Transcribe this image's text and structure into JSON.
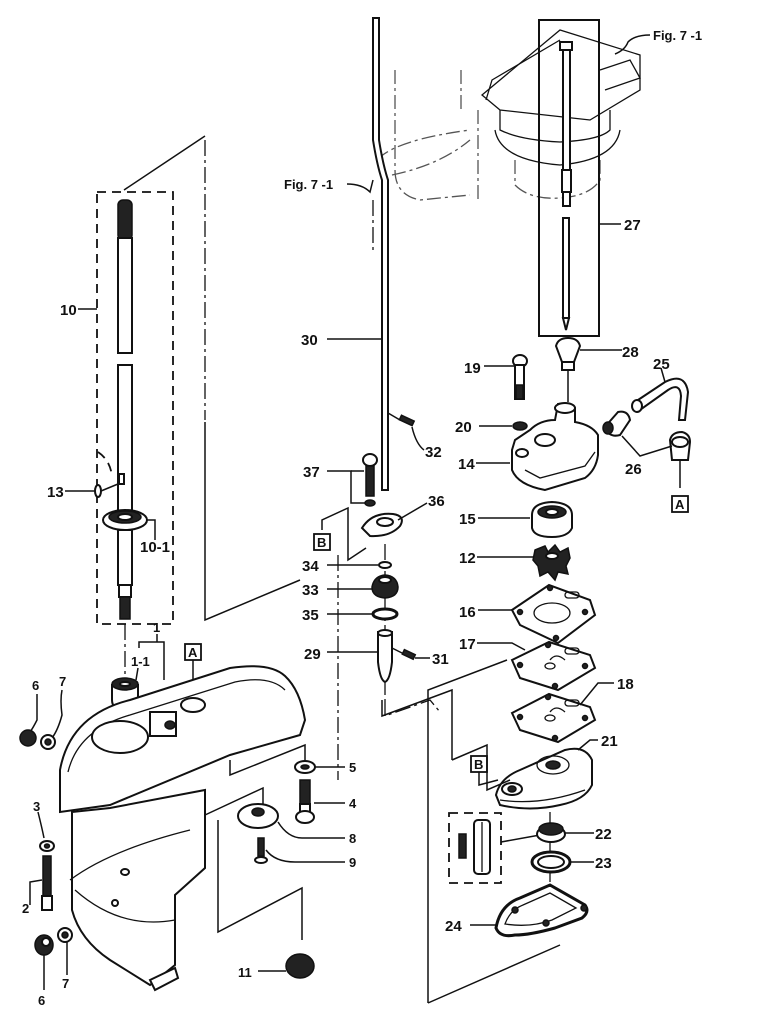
{
  "diagram": {
    "type": "exploded parts diagram",
    "subject": "Outboard lower unit / water pump",
    "figure_refs": [
      {
        "id": "fig-ref-top-right",
        "text": "Fig. 7 -1"
      },
      {
        "id": "fig-ref-middle",
        "text": "Fig. 7 -1"
      }
    ],
    "reference_markers": [
      {
        "id": "A1",
        "text": "A"
      },
      {
        "id": "A2",
        "text": "A"
      },
      {
        "id": "B1",
        "text": "B"
      },
      {
        "id": "B2",
        "text": "B"
      }
    ],
    "callouts": {
      "c1": "1",
      "c1_1": "1-1",
      "c2": "2",
      "c3": "3",
      "c4": "4",
      "c5": "5",
      "c6a": "6",
      "c6b": "6",
      "c7a": "7",
      "c7b": "7",
      "c8": "8",
      "c9": "9",
      "c10": "10",
      "c10_1": "10-1",
      "c11": "11",
      "c12": "12",
      "c13": "13",
      "c14": "14",
      "c15": "15",
      "c16": "16",
      "c17": "17",
      "c18": "18",
      "c19": "19",
      "c20": "20",
      "c21": "21",
      "c22": "22",
      "c23": "23",
      "c24": "24",
      "c25": "25",
      "c26": "26",
      "c27": "27",
      "c28": "28",
      "c29": "29",
      "c30": "30",
      "c31": "31",
      "c32": "32",
      "c33": "33",
      "c34": "34",
      "c35": "35",
      "c36": "36",
      "c37": "37"
    }
  }
}
